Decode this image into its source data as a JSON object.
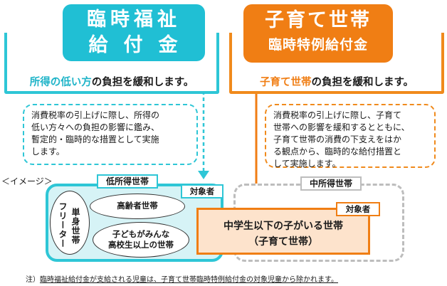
{
  "left": {
    "title_line1": "臨時福祉",
    "title_line2": "給付金",
    "burden_highlight": "所得の低い方",
    "burden_text": "の負担を緩和します。",
    "desc_lines": [
      "消費税率の引上げに際し、所得の",
      "低い方々への負担の影響に鑑み、",
      "暫定的・臨時的な措置として実施",
      "します。"
    ],
    "group_tag": "低所得世帯",
    "target_tag": "対象者",
    "freeter": "フリーター",
    "single_household": "単身世帯",
    "elderly": "高齢者世帯",
    "children_line1": "子どもがみんな",
    "children_line2": "高校生以上の世帯"
  },
  "right": {
    "title_line1": "子育て世帯",
    "title_line2": "臨時特例給付金",
    "burden_highlight": "子育て世帯",
    "burden_text": "の負担を緩和します。",
    "desc_lines": [
      "消費税率の引上げに際し、子育て",
      "世帯への影響を緩和するとともに、",
      "子育て世帯の消費の下支えをはか",
      "る観点から、臨時的な給付措置と",
      "して実施します。"
    ],
    "group_tag": "中所得世帯",
    "target_tag": "対象者",
    "child_line1": "中学生以下の子がいる世帯",
    "child_line2": "（子育て世帯）"
  },
  "image_label": "＜イメージ＞",
  "note_prefix": "注）",
  "note_text": "臨時福祉給付金が支給される児童は、子育て世帯臨時特例給付金の対象児童から除かれます。",
  "colors": {
    "teal": "#20bfd4",
    "orange": "#f07e14",
    "gray": "#bdbdbd"
  }
}
